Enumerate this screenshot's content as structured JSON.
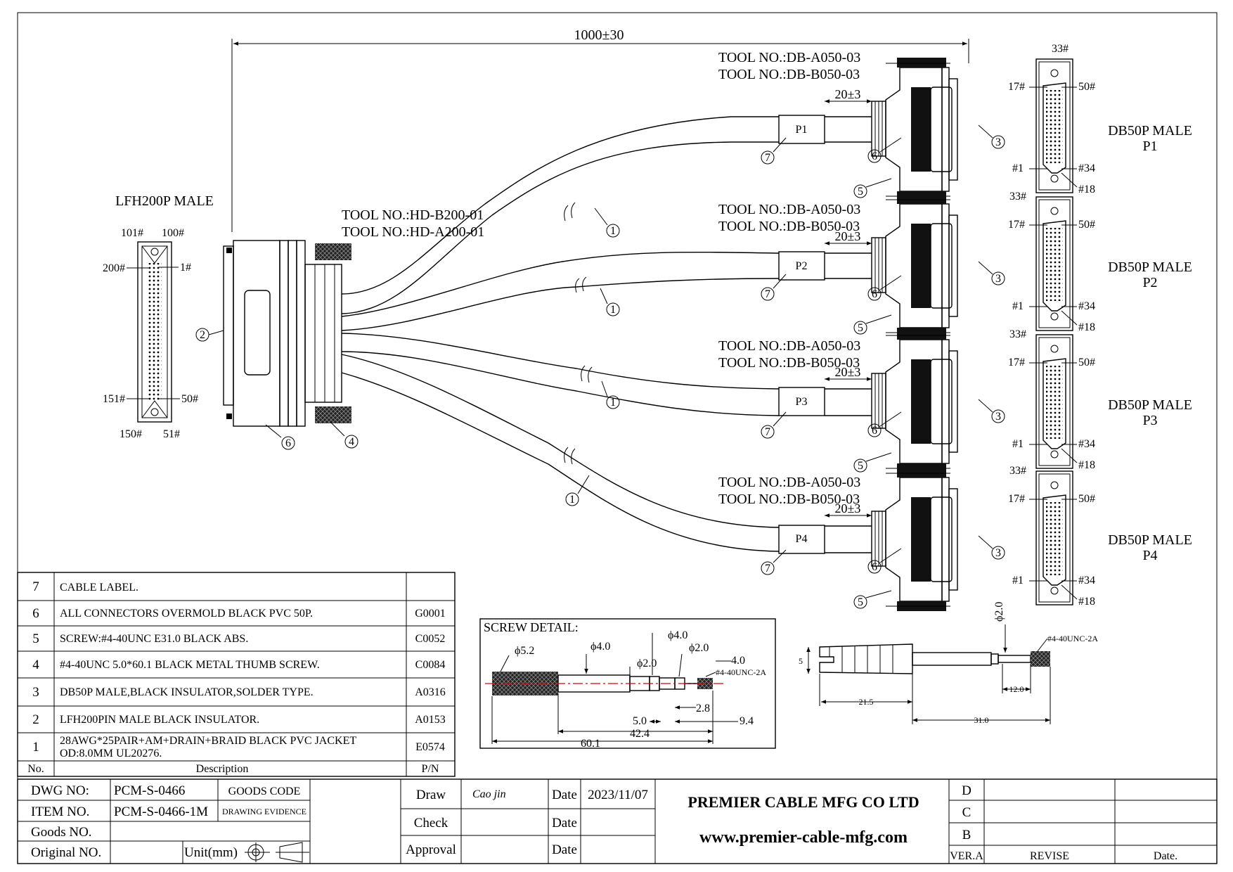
{
  "drawing": {
    "overall_length": "1000±30",
    "lfh": {
      "title": "LFH200P MALE",
      "pins": {
        "p101": "101#",
        "p100": "100#",
        "p200": "200#",
        "p1": "1#",
        "p151": "151#",
        "p50": "50#",
        "p150": "150#",
        "p51": "51#"
      },
      "tools": [
        "TOOL NO.:HD-B200-01",
        "TOOL NO.:HD-A200-01"
      ]
    },
    "branches": [
      {
        "label": "P1",
        "tool_a": "TOOL NO.:DB-A050-03",
        "tool_b": "TOOL NO.:DB-B050-03",
        "dim": "20±3",
        "name_line1": "DB50P MALE",
        "name_line2": "P1"
      },
      {
        "label": "P2",
        "tool_a": "TOOL NO.:DB-A050-03",
        "tool_b": "TOOL NO.:DB-B050-03",
        "dim": "20±3",
        "name_line1": "DB50P MALE",
        "name_line2": "P2"
      },
      {
        "label": "P3",
        "tool_a": "TOOL NO.:DB-A050-03",
        "tool_b": "TOOL NO.:DB-B050-03",
        "dim": "20±3",
        "name_line1": "DB50P MALE",
        "name_line2": "P3"
      },
      {
        "label": "P4",
        "tool_a": "TOOL NO.:DB-A050-03",
        "tool_b": "TOOL NO.:DB-B050-03",
        "dim": "20±3",
        "name_line1": "DB50P MALE",
        "name_line2": "P4"
      }
    ],
    "db_pins": {
      "p33": "33#",
      "p17": "17#",
      "p50": "50#",
      "p1": "#1",
      "p34": "#34",
      "p18": "#18"
    },
    "callouts": {
      "c1": "1",
      "c2": "2",
      "c3": "3",
      "c4": "4",
      "c5": "5",
      "c6": "6",
      "c7": "7"
    }
  },
  "screw_detail": {
    "title": "SCREW DETAIL:",
    "dims": {
      "d52": "ϕ5.2",
      "d40a": "ϕ4.0",
      "d40b": "ϕ4.0",
      "d20a": "ϕ2.0",
      "d20b": "ϕ2.0",
      "len40": "4.0",
      "thread": "#4-40UNC-2A",
      "len28": "2.8",
      "len50": "5.0",
      "len94": "9.4",
      "len424": "42.4",
      "len601": "60.1"
    }
  },
  "side_view": {
    "dims": {
      "d20": "ϕ2.0",
      "thread": "#4-40UNC-2A",
      "h": "5",
      "len120": "12.0",
      "len215": "21.5",
      "len310": "31.0"
    }
  },
  "bom": {
    "rows": [
      {
        "no": "7",
        "desc": "CABLE LABEL.",
        "pn": ""
      },
      {
        "no": "6",
        "desc": "ALL CONNECTORS OVERMOLD BLACK PVC 50P.",
        "pn": "G0001"
      },
      {
        "no": "5",
        "desc": "SCREW:#4-40UNC E31.0 BLACK ABS.",
        "pn": "C0052"
      },
      {
        "no": "4",
        "desc": "#4-40UNC 5.0*60.1 BLACK METAL THUMB SCREW.",
        "pn": "C0084"
      },
      {
        "no": "3",
        "desc": "DB50P MALE,BLACK INSULATOR,SOLDER TYPE.",
        "pn": "A0316"
      },
      {
        "no": "2",
        "desc": "LFH200PIN MALE BLACK INSULATOR.",
        "pn": "A0153"
      },
      {
        "no": "1",
        "desc": "28AWG*25PAIR+AM+DRAIN+BRAID BLACK PVC JACKET",
        "desc2": "OD:8.0MM UL20276.",
        "pn": "E0574"
      }
    ],
    "header": {
      "no": "No.",
      "desc": "Description",
      "pn": "P/N"
    }
  },
  "title_block": {
    "dwg_no_label": "DWG NO:",
    "dwg_no": "PCM-S-0466",
    "item_no_label": "ITEM NO.",
    "item_no": "PCM-S-0466-1M",
    "goods_no_label": "Goods NO.",
    "original_no_label": "Original NO.",
    "goods_code_label": "GOODS CODE",
    "drawing_evidence_label": "DRAWING EVIDENCE",
    "unit_label": "Unit(mm)",
    "draw_label": "Draw",
    "draw_sign": "Cao jin",
    "check_label": "Check",
    "approval_label": "Approval",
    "date_label": "Date",
    "date_value": "2023/11/07",
    "company": "PREMIER CABLE MFG CO LTD",
    "website": "www.premier-cable-mfg.com",
    "rev_rows": [
      "D",
      "C",
      "B"
    ],
    "ver_label": "VER.A",
    "revise_label": "REVISE",
    "rev_date_label": "Date."
  }
}
